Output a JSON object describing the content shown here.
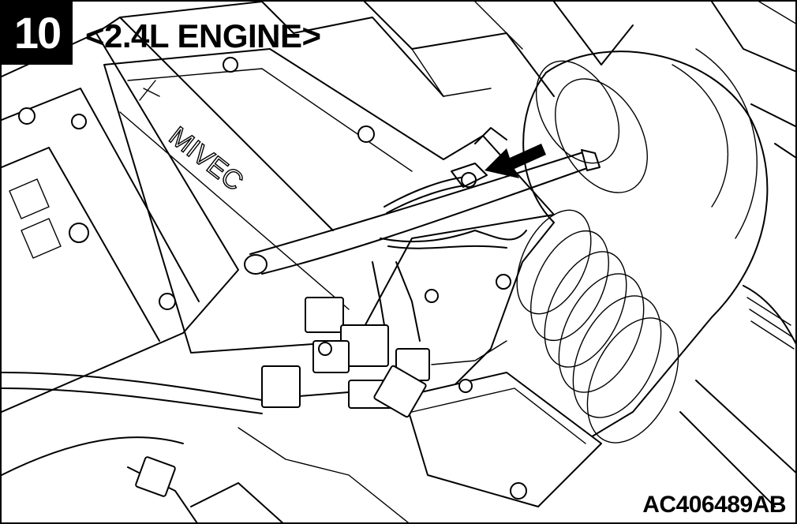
{
  "step_number": "10",
  "engine_label": "<2.4L ENGINE>",
  "figure_id": "AC406489AB",
  "icons": [
    "indicator-arrow-icon"
  ],
  "colors": {
    "ink": "#000000",
    "paper": "#ffffff"
  }
}
